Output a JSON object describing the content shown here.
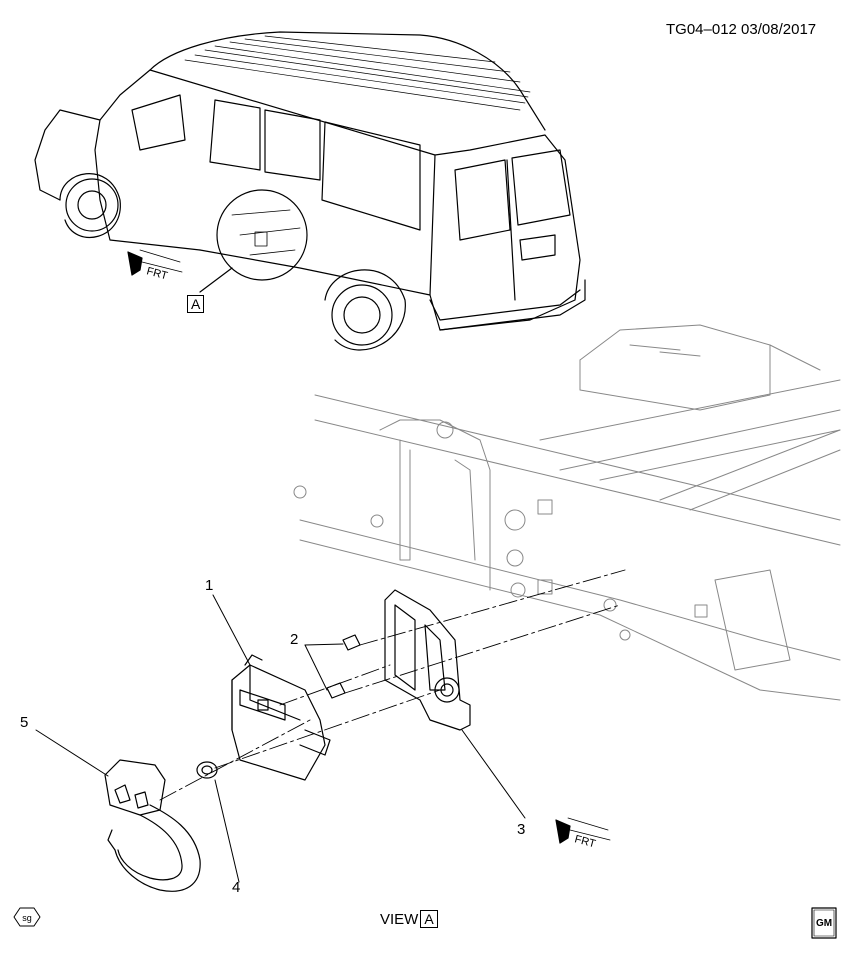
{
  "header": {
    "diagram_id": "TG04–012  03/08/2017"
  },
  "callouts": {
    "view_ref": "A",
    "view_label": "VIEW",
    "view_box": "A"
  },
  "parts": [
    {
      "number": "1"
    },
    {
      "number": "2"
    },
    {
      "number": "3"
    },
    {
      "number": "4"
    },
    {
      "number": "5"
    }
  ],
  "direction": {
    "front_label": "FRT"
  },
  "marks": {
    "sg": "sg",
    "gm": "GM"
  },
  "icons": [
    "front-arrow-icon",
    "sg-mark-icon",
    "gm-logo-icon"
  ]
}
